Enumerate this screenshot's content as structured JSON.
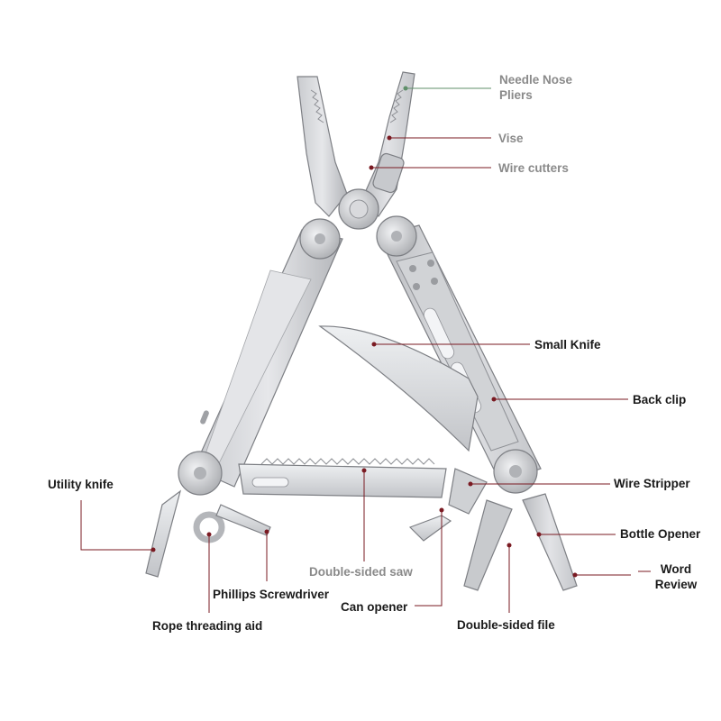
{
  "colors": {
    "steel_light": "#dcdde0",
    "steel_mid": "#bfc1c5",
    "steel_dark": "#8e9095",
    "edge": "#6f7176",
    "leader": "#7a1a22",
    "leader_green": "#5f8f6a",
    "label_dark": "#1a1a1a",
    "label_gray": "#8a8a8a"
  },
  "labels": [
    {
      "id": "needle",
      "text": "Needle Nose Pliers",
      "style": "gray"
    },
    {
      "id": "vise",
      "text": "Vise",
      "style": "gray"
    },
    {
      "id": "wirecut",
      "text": "Wire cutters",
      "style": "gray"
    },
    {
      "id": "smallknife",
      "text": "Small Knife",
      "style": "dark"
    },
    {
      "id": "backclip",
      "text": "Back clip",
      "style": "dark"
    },
    {
      "id": "stripper",
      "text": "Wire Stripper",
      "style": "dark"
    },
    {
      "id": "bottle",
      "text": "Bottle Opener",
      "style": "dark"
    },
    {
      "id": "word",
      "text": "Word Review",
      "style": "dark"
    },
    {
      "id": "utility",
      "text": "Utility knife",
      "style": "dark"
    },
    {
      "id": "saw",
      "text": "Double-sided saw",
      "style": "gray"
    },
    {
      "id": "phillips",
      "text": "Phillips Screwdriver",
      "style": "dark"
    },
    {
      "id": "rope",
      "text": "Rope threading aid",
      "style": "dark"
    },
    {
      "id": "canopener",
      "text": "Can opener",
      "style": "dark"
    },
    {
      "id": "file",
      "text": "Double-sided file",
      "style": "dark"
    }
  ]
}
